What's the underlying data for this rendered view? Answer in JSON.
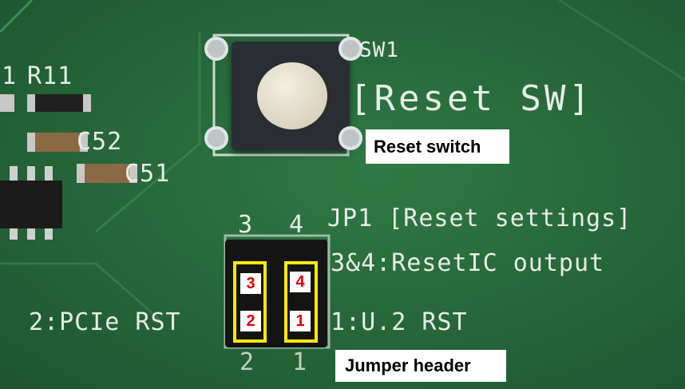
{
  "board_labels": {
    "sw1": "SW1",
    "reset_sw": "[Reset SW]",
    "r11": "R11",
    "r_partial": "1",
    "c52": "C52",
    "c51": "C51",
    "jp1_title": "JP1 [Reset settings]",
    "col3": "3",
    "col4": "4",
    "bottom2": "2",
    "bottom1": "1",
    "reset_ic_output": "3&4:ResetIC output",
    "pcie_rst": "2:PCIe RST",
    "u2_rst": "1:U.2 RST"
  },
  "callouts": {
    "reset_switch": "Reset switch",
    "jumper_header": "Jumper header"
  },
  "pin_labels": {
    "p3": "3",
    "p4": "4",
    "p2": "2",
    "p1": "1"
  },
  "colors": {
    "pcb": "#27693a",
    "silkscreen": "#e9ece6",
    "highlight": "#ffea00",
    "pin_number": "#e00000"
  }
}
